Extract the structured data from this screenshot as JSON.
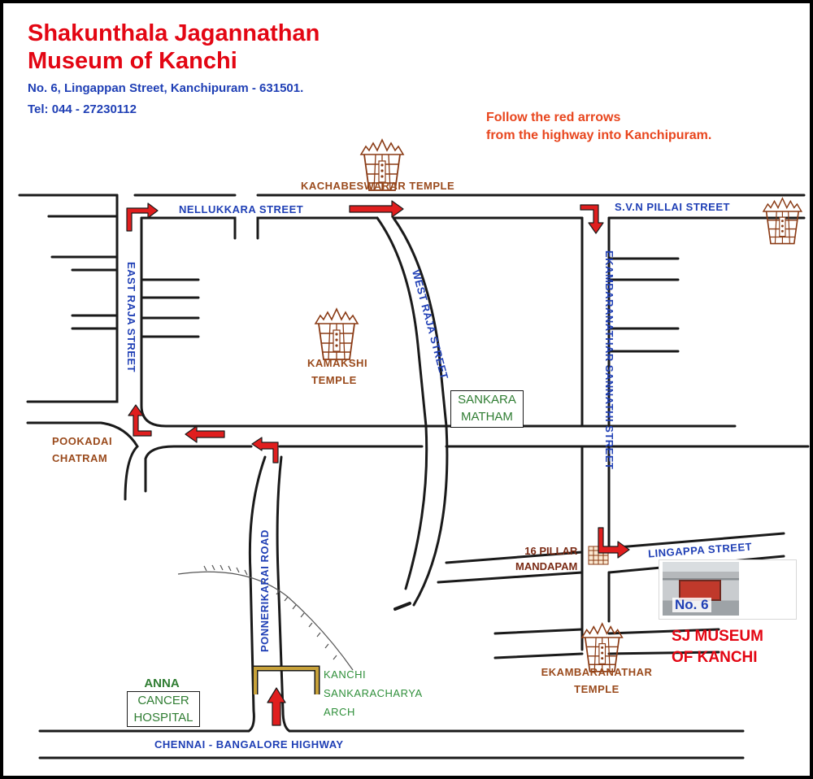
{
  "header": {
    "title_line1": "Shakunthala Jagannathan",
    "title_line2": "Museum of Kanchi",
    "address": "No. 6, Lingappan Street, Kanchipuram - 631501.",
    "phone": "Tel: 044 - 27230112"
  },
  "instructions": {
    "line1": "Follow the red arrows",
    "line2": "from the highway into Kanchipuram."
  },
  "streets": {
    "nellukkara": "NELLUKKARA STREET",
    "svn_pillai": "S.V.N PILLAI STREET",
    "east_raja": "EAST RAJA STREET",
    "west_raja": "WEST RAJA STREET",
    "ekambaranathar_sannathi": "EKAMBARANATHAR SANNATHI STREET",
    "ponnerikarai": "PONNERIKARAI ROAD",
    "lingappa": "LINGAPPA  STREET",
    "highway": "CHENNAI - BANGALORE HIGHWAY"
  },
  "landmarks": {
    "kachabeswarar": "KACHABESWARAR TEMPLE",
    "kamakshi_1": "KAMAKSHI",
    "kamakshi_2": "TEMPLE",
    "sankara_1": "SANKARA",
    "sankara_2": "MATHAM",
    "pookadai_1": "POOKADAI",
    "pookadai_2": "CHATRAM",
    "mandapam_1": "16 PILLAR",
    "mandapam_2": "MANDAPAM",
    "ekambaranathar_1": "EKAMBARANATHAR",
    "ekambaranathar_2": "TEMPLE",
    "arch_1": "KANCHI",
    "arch_2": "SANKARACHARYA",
    "arch_3": "ARCH",
    "hospital_1": "ANNA",
    "hospital_2": "CANCER",
    "hospital_3": "HOSPITAL",
    "museum_1": "SJ MUSEUM",
    "museum_2": "OF KANCHI",
    "photo_label": "No. 6"
  },
  "colors": {
    "title": "#e30613",
    "address": "#1f3fb5",
    "instructions": "#e8461e",
    "street_label": "#1f3fb5",
    "temple_label": "#9a4a1c",
    "green_label": "#2f7d32",
    "arrow": "#e01e1e",
    "arch": "#c8a23a"
  },
  "icons": [
    "temple-icon",
    "arrow-icon",
    "railway-track",
    "arch-icon",
    "pillar-mandapam-icon",
    "museum-photo"
  ]
}
